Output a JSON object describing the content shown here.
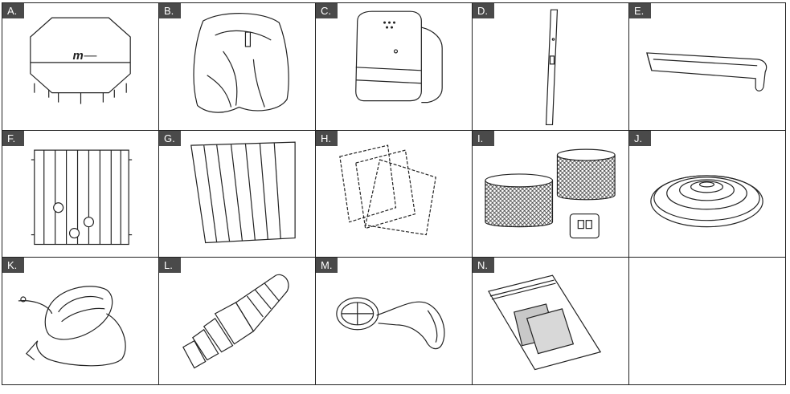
{
  "parts": [
    {
      "letter": "A.",
      "icon": "pool-cover-icon"
    },
    {
      "letter": "B.",
      "icon": "storage-bag-icon"
    },
    {
      "letter": "C.",
      "icon": "pump-control-unit-icon"
    },
    {
      "letter": "D.",
      "icon": "support-pole-icon"
    },
    {
      "letter": "E.",
      "icon": "top-rail-icon"
    },
    {
      "letter": "F.",
      "icon": "pool-wall-panel-icon"
    },
    {
      "letter": "G.",
      "icon": "insulation-panel-icon"
    },
    {
      "letter": "H.",
      "icon": "floor-tiles-icon"
    },
    {
      "letter": "I.",
      "icon": "filter-cartridges-icon"
    },
    {
      "letter": "J.",
      "icon": "ground-cloth-icon"
    },
    {
      "letter": "K.",
      "icon": "foot-pump-icon"
    },
    {
      "letter": "L.",
      "icon": "hose-adapter-icon"
    },
    {
      "letter": "M.",
      "icon": "skimmer-net-icon"
    },
    {
      "letter": "N.",
      "icon": "repair-patch-bag-icon"
    },
    {
      "letter": "",
      "icon": ""
    }
  ],
  "colors": {
    "label_bg": "#4a4a4a",
    "label_text": "#ffffff",
    "line": "#222222"
  }
}
